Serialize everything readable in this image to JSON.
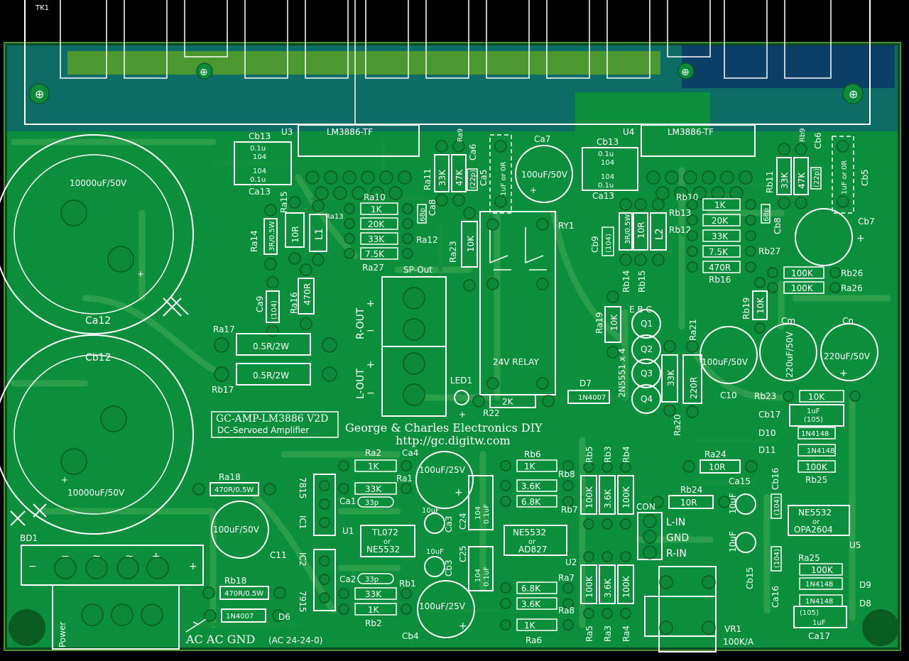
{
  "colors": {
    "board_background": "#000000",
    "copper_pour": "#0c8f3d",
    "top_plane": "#0d6c66",
    "silkscreen": "#ffffff"
  },
  "board": {
    "heatsink_label": "TK1",
    "title_block": {
      "line1": "GC-AMP-LM3886 V2D",
      "line2": "DC-Servoed Amplifier"
    },
    "credit": "George & Charles Electronics DIY",
    "url": "http://gc.digitw.com",
    "power_label": "Power",
    "ac_labels": "AC  AC  GND",
    "ac_note": "(AC 24-24-0)",
    "speaker_out_label": "SP-Out",
    "l_out": "L-OUT",
    "r_out": "R-OUT",
    "plus": "+",
    "minus": "−",
    "relay_label": "24V RELAY",
    "relay_ref": "RY1",
    "con_label": "CON",
    "inputs": {
      "l_in": "L-IN",
      "gnd": "GND",
      "r_in": "R-IN"
    },
    "vr_ref": "VR1",
    "vr_value": "100K/A",
    "bd_ref": "BD1",
    "led_ref": "LED1",
    "transistor_pins": "E B C",
    "transistor_part": "2N5551 x 4"
  },
  "chips": {
    "u3": {
      "ref": "U3",
      "part": "LM3886-TF"
    },
    "u4": {
      "ref": "U4",
      "part": "LM3886-TF"
    },
    "u1": {
      "ref": "U1",
      "line1": "TL072",
      "line2": "or",
      "line3": "NE5532"
    },
    "u2": {
      "ref": "U2",
      "line1": "NE5532",
      "line2": "or",
      "line3": "AD827"
    },
    "u5": {
      "ref": "U5",
      "line1": "NE5532",
      "line2": "or",
      "line3": "OPA2604"
    },
    "ic1": {
      "ref": "IC1",
      "part": "7815"
    },
    "ic2": {
      "ref": "IC2",
      "part": "7915"
    }
  },
  "capacitors": {
    "ca12": {
      "ref": "Ca12",
      "value": "10000uF/50V"
    },
    "cb12": {
      "ref": "Cb12",
      "value": "10000uF/50V"
    },
    "ca7": {
      "ref": "Ca7",
      "value": "100uF/50V"
    },
    "cb7": {
      "ref": "Cb7"
    },
    "c10": {
      "ref": "C10",
      "value": "100uF/50V"
    },
    "c11": {
      "ref": "C11",
      "value": "100uF/50V"
    },
    "cm": {
      "ref": "Cm",
      "value": "220uF/50V"
    },
    "cn": {
      "ref": "Cn",
      "value": "220uF/50V"
    },
    "ca4": {
      "ref": "Ca4",
      "value": "100uF/25V"
    },
    "cb4": {
      "ref": "Cb4",
      "value": "100uF/25V"
    },
    "ca13": {
      "ref": "Ca13"
    },
    "cb13": {
      "ref": "Cb13"
    },
    "cb13_vals": [
      "0.1u",
      "104",
      "104",
      "0.1u"
    ],
    "cb13r_vals": [
      "0.1u",
      "104",
      "104",
      "0.1u"
    ],
    "cb17": {
      "ref": "Cb17",
      "value": "1uF",
      "code": "(105)"
    },
    "ca17": {
      "ref": "Ca17",
      "value": "1uF",
      "code": "(105)"
    },
    "ca9": {
      "ref": "Ca9",
      "value": "(104)"
    },
    "cb9": {
      "ref": "Cb9",
      "value": "(104)"
    },
    "ca5_ref": "Ca5",
    "ca6_ref": "Ca6",
    "cb5_ref": "Cb5",
    "cb6_ref": "Cb6",
    "ca8_ref": "Ca8",
    "cb8_ref": "Cb8",
    "cap_1uf_or_0r": "1uF or 0R",
    "cap_22p": "(22p)",
    "cap_68p": "68p",
    "ca1": {
      "ref": "Ca1",
      "value": "33p"
    },
    "ca2": {
      "ref": "Ca2",
      "value": "33p"
    },
    "ca24": {
      "ref": "C24"
    },
    "ca25": {
      "ref": "C25"
    },
    "c24_val": "104",
    "c24_val2": "0.1uF",
    "ca3": {
      "ref": "Ca3",
      "value": "10uF"
    },
    "cb3": {
      "ref": "Cb3",
      "value": "10uF"
    },
    "ca15": {
      "ref": "Ca15",
      "value": "10uF"
    },
    "cb15": {
      "ref": "Cb15",
      "value": "10uF"
    },
    "ca16": {
      "ref": "Ca16"
    },
    "cb16": {
      "ref": "Cb16"
    },
    "c16_val": "(104)"
  },
  "resistors": {
    "ra10": {
      "ref": "Ra10",
      "values": [
        "1K",
        "20K",
        "33K",
        "7.5K"
      ]
    },
    "ra12": "Ra12",
    "ra27": "Ra27",
    "rb10": {
      "ref": "Rb10",
      "values": [
        "1K",
        "20K",
        "33K",
        "7.5K",
        "470R"
      ]
    },
    "rb12": "Rb12",
    "rb13": "Rb13",
    "ra13": "Ra13",
    "rb27": "Rb27",
    "rb16": "Rb16",
    "ra11": {
      "ref": "Ra11",
      "value": "33K"
    },
    "ra9": {
      "ref": "Ra9",
      "value": "47K"
    },
    "rb11": {
      "ref": "Rb11",
      "value": "33K"
    },
    "rb9": {
      "ref": "Rb9",
      "value": "47K"
    },
    "ra14": {
      "ref": "Ra14",
      "value": "3R/0.5W"
    },
    "rb14": {
      "ref": "Rb14",
      "value": "3R/0.5W"
    },
    "ra15": {
      "ref": "Ra15",
      "value": "10R"
    },
    "rb15": {
      "ref": "Rb15",
      "value": "10R"
    },
    "l1": "L1",
    "l2": "L2",
    "ra16": {
      "ref": "Ra16",
      "value": "470R"
    },
    "ra17": {
      "ref": "Ra17",
      "value": "0.5R/2W"
    },
    "rb17": {
      "ref": "Rb17",
      "value": "0.5R/2W"
    },
    "ra23": {
      "ref": "Ra23",
      "value": "10K"
    },
    "ra22": {
      "ref": "R22",
      "value": "2K"
    },
    "d7": {
      "ref": "D7",
      "value": "1N4007"
    },
    "ra19": {
      "ref": "Ra19",
      "value": "10K"
    },
    "rb19": {
      "ref": "Rb19",
      "value": "10K"
    },
    "ra21": {
      "ref": "Ra21",
      "value": "220R"
    },
    "ra20": {
      "ref": "Ra20",
      "value": "33K"
    },
    "rb26": {
      "ref": "Rb26",
      "value": "100K"
    },
    "ra26": {
      "ref": "Ra26",
      "value": "100K"
    },
    "rb23": {
      "ref": "Rb23",
      "value": "10K"
    },
    "d10": {
      "ref": "D10",
      "value": "1N4148"
    },
    "d11": {
      "ref": "D11",
      "value": "1N4148"
    },
    "rb25": {
      "ref": "Rb25",
      "value": "100K"
    },
    "ra25": {
      "ref": "Ra25",
      "value": "100K"
    },
    "d9": {
      "ref": "D9",
      "value": "1N4148"
    },
    "d8": {
      "ref": "D8",
      "value": "1N4148"
    },
    "ra24": {
      "ref": "Ra24",
      "value": "10R"
    },
    "rb24": {
      "ref": "Rb24",
      "value": "10R"
    },
    "ra18": {
      "ref": "Ra18",
      "value": "470R/0.5W"
    },
    "rb18": {
      "ref": "Rb18",
      "value": "470R/0.5W"
    },
    "d6": {
      "ref": "D6",
      "value": "1N4007"
    },
    "ra2": {
      "ref": "Ra2",
      "value": "1K"
    },
    "ra1": {
      "ref": "Ra1",
      "value": "33K"
    },
    "rb1": {
      "ref": "Rb1",
      "value": "33K"
    },
    "rb2": {
      "ref": "Rb2",
      "value": "1K"
    },
    "ra6": {
      "ref": "Rb6",
      "value": "1K"
    },
    "rb8": {
      "ref": "Rb8",
      "value": "3.6K"
    },
    "rb7": {
      "ref": "Rb7",
      "value": "6.8K"
    },
    "ra7": {
      "ref": "Ra7",
      "value": "6.8K"
    },
    "ra8": {
      "ref": "Ra8",
      "value": "3.6K"
    },
    "ra6b": {
      "ref": "Ra6",
      "value": "1K"
    },
    "rb5": {
      "ref": "Rb5",
      "value": "100K"
    },
    "rb3": {
      "ref": "Rb3",
      "value": "3.6K"
    },
    "rb4": {
      "ref": "Rb4",
      "value": "100K"
    },
    "ra5": {
      "ref": "Ra5",
      "value": "100K"
    },
    "ra3": {
      "ref": "Ra3",
      "value": "3.6K"
    },
    "ra4": {
      "ref": "Ra4",
      "value": "100K"
    }
  },
  "transistors": [
    "Q1",
    "Q2",
    "Q3",
    "Q4"
  ]
}
